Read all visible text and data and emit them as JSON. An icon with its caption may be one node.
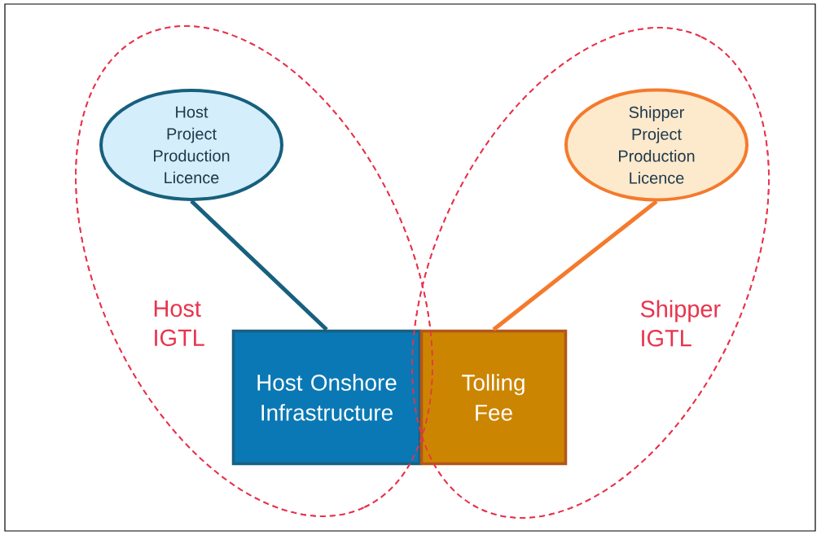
{
  "diagram": {
    "nodes": [
      {
        "text": [
          "Host IGTL"
        ]
      },
      {
        "text": [
          "Host Project Production Licence"
        ],
        "in": 0
      },
      {
        "text": [
          "Shipper IGTL"
        ]
      },
      {
        "text": [
          "Shipper Project Production Licence"
        ],
        "in": 2
      },
      {
        "text": [
          "Host Onshore Infrastructure"
        ],
        "in": 0
      },
      {
        "text": [
          "Tolling Fee"
        ],
        "in": 2
      }
    ],
    "edges": [
      {
        "from": 1,
        "to": 4,
        "arrow": "none",
        "color": "#17607e"
      },
      {
        "from": 3,
        "to": 5,
        "arrow": "none",
        "color": "#f47a2c"
      }
    ]
  }
}
